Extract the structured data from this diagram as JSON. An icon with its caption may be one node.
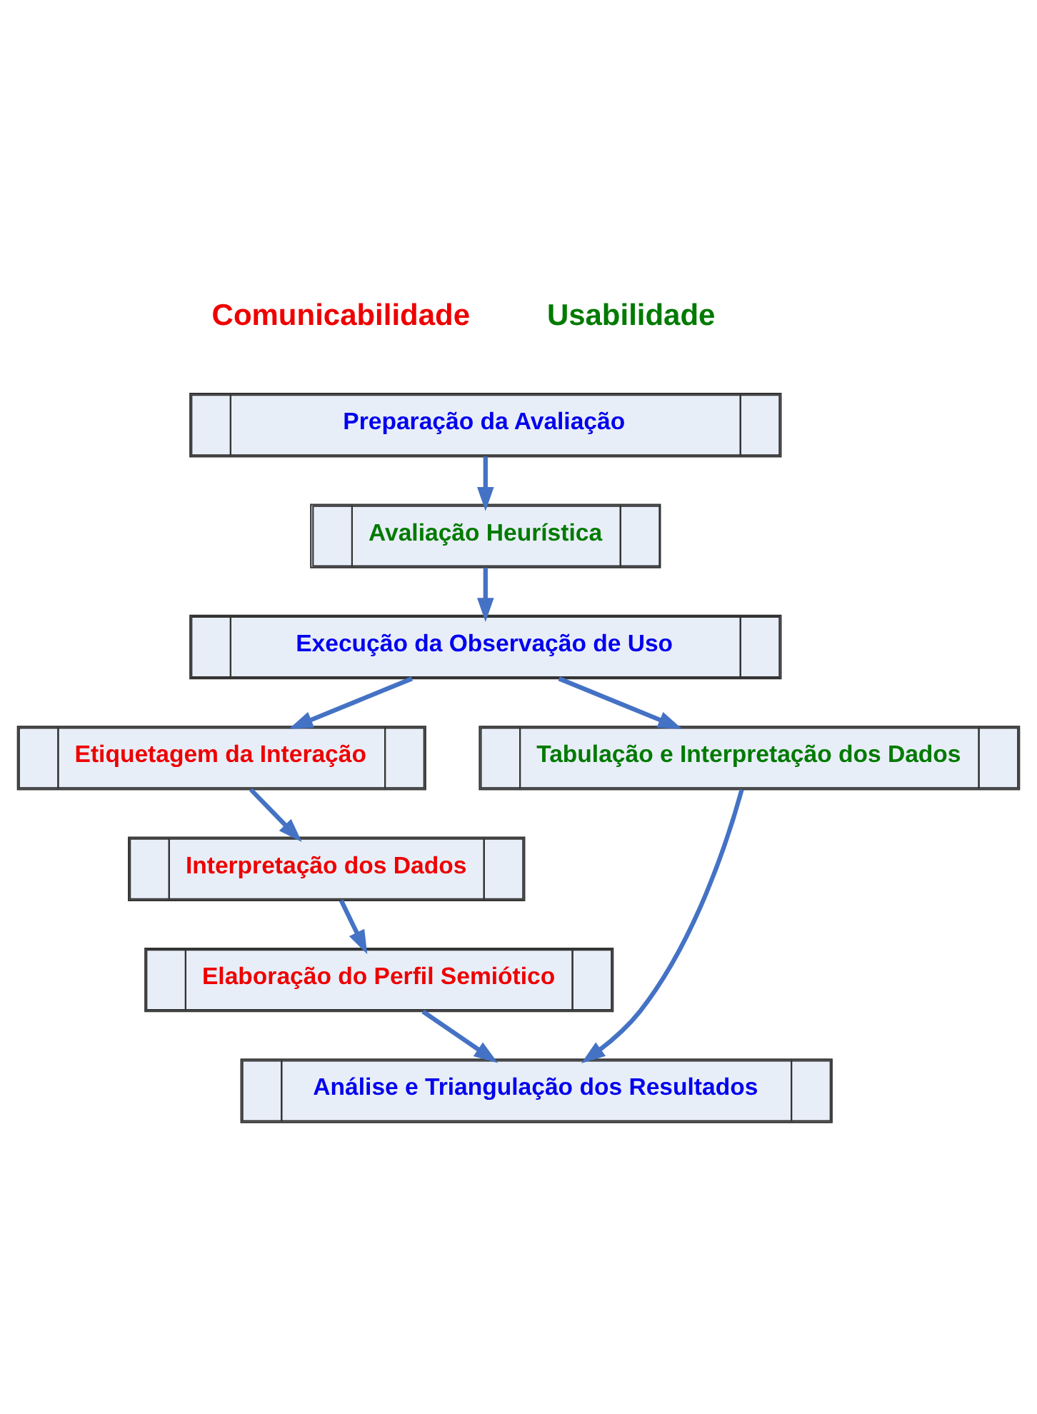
{
  "diagram": {
    "nodes": [
      {
        "text": [
          "Preparação da Avaliação"
        ]
      },
      {
        "text": [
          "Avaliação Heurística"
        ]
      },
      {
        "text": [
          "Execução da Observação de Uso"
        ]
      },
      {
        "text": [
          "Etiquetagem da Interação"
        ]
      },
      {
        "text": [
          "Interpretação dos Dados"
        ]
      },
      {
        "text": [
          "Elaboração do Perfil Semiótico"
        ]
      },
      {
        "text": [
          "Tabulação e Interpretação dos Dados"
        ]
      },
      {
        "text": [
          "Análise e Triangulação dos Resultados"
        ]
      }
    ],
    "edges": [
      {
        "from": 0,
        "to": 1,
        "arrow": "to"
      },
      {
        "from": 1,
        "to": 2,
        "arrow": "to"
      },
      {
        "from": 2,
        "to": 3,
        "arrow": "to"
      },
      {
        "from": 2,
        "to": 6,
        "arrow": "to"
      },
      {
        "from": 3,
        "to": 4,
        "arrow": "to"
      },
      {
        "from": 4,
        "to": 5,
        "arrow": "to"
      },
      {
        "from": 5,
        "to": 7,
        "arrow": "to"
      },
      {
        "from": 6,
        "to": 7,
        "arrow": "to"
      }
    ],
    "labels": [
      "Comunicabilidade",
      "Usabilidade"
    ]
  }
}
